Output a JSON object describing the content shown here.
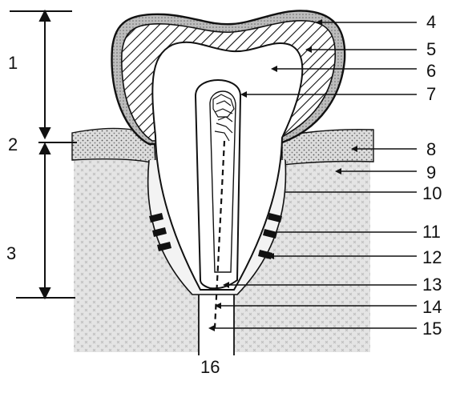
{
  "labels": {
    "l1": "1",
    "l2": "2",
    "l3": "3",
    "l4": "4",
    "l5": "5",
    "l6": "6",
    "l7": "7",
    "l8": "8",
    "l9": "9",
    "l10": "10",
    "l11": "11",
    "l12": "12",
    "l13": "13",
    "l14": "14",
    "l15": "15",
    "l16": "16"
  },
  "colors": {
    "line": "#111111",
    "bone_fill": "#e2e2e2",
    "gum_fill": "#d6d6d6",
    "pulp_fill": "#ffffff",
    "enamel_outer": "#9c9c9c"
  }
}
